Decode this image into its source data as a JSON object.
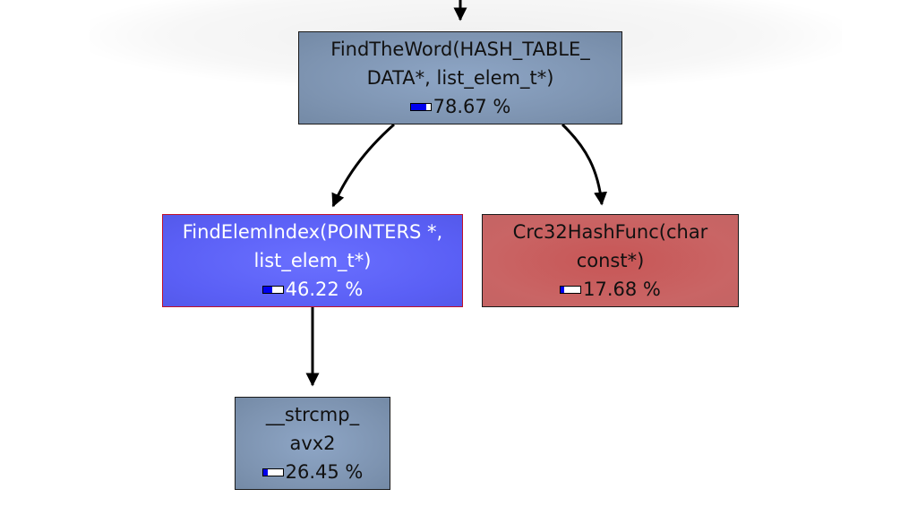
{
  "nodes": {
    "find_the_word": {
      "label": "FindTheWord(HASH_TABLE_ DATA*, list_elem_t*)",
      "percent": "78.67 %",
      "fill": 0.7867,
      "color": "#7d93b0"
    },
    "find_elem_index": {
      "label": "FindElemIndex(POINTERS *, list_elem_t*)",
      "percent": "46.22 %",
      "fill": 0.4622,
      "color": "#5a5ff5"
    },
    "crc32_hash_func": {
      "label": "Crc32HashFunc(char const*)",
      "percent": "17.68 %",
      "fill": 0.1768,
      "color": "#c96565"
    },
    "strcmp_avx2": {
      "label": "__strcmp_ avx2",
      "percent": "26.45 %",
      "fill": 0.2645,
      "color": "#7d93b0"
    }
  }
}
